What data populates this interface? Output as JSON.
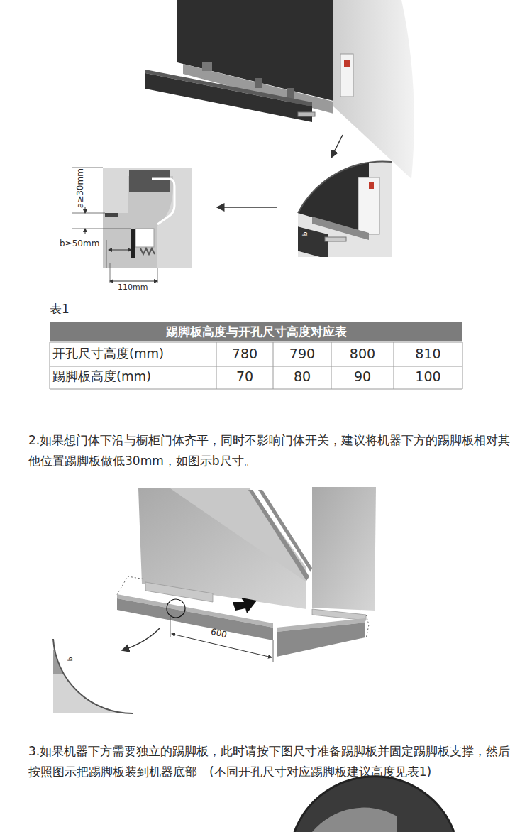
{
  "diagram": {
    "nodes": [
      {
        "text": [
          "踢脚板高度与开孔尺寸高度对应表"
        ]
      }
    ],
    "labels": [
      "a≥30mm",
      "b≥50mm",
      "110mm",
      "b",
      "表1",
      "开孔尺寸高度(mm)",
      "780",
      "790",
      "800",
      "810",
      "踢脚板高度(mm)",
      "70",
      "80",
      "90",
      "100",
      "2.如果想门体下沿与橱柜门体齐平，同时不影响门体开关，建议将机器下方的踢脚板相对其他位置踢脚板做低30mm，如图示b尺寸。",
      "600",
      "b",
      "3.如果机器下方需要独立的踢脚板，此时请按下图尺寸准备踢脚板并固定踢脚板支撑，然后按照图示把踢脚板装到机器底部　(不同开孔尺寸对应踢脚板建议高度见表1)"
    ]
  }
}
